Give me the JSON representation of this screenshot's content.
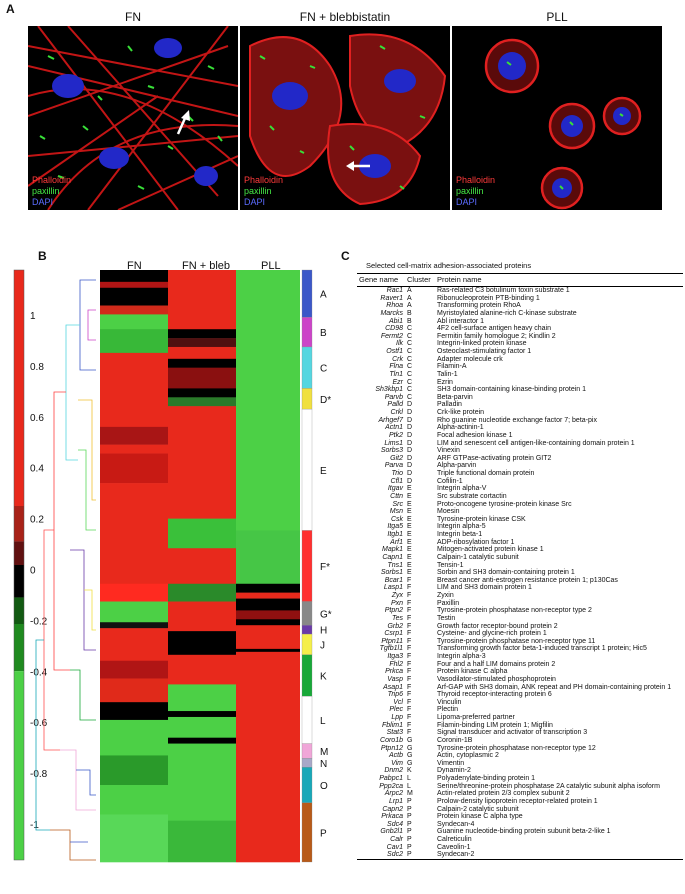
{
  "panels": {
    "a_letter": "A",
    "b_letter": "B",
    "c_letter": "C"
  },
  "micrographs": [
    {
      "title": "FN",
      "legend": [
        "Phalloidin",
        "paxillin",
        "DAPI"
      ]
    },
    {
      "title": "FN + blebbistatin",
      "legend": [
        "Phalloidin",
        "paxillin",
        "DAPI"
      ]
    },
    {
      "title": "PLL",
      "legend": [
        "Phalloidin",
        "paxillin",
        "DAPI"
      ]
    }
  ],
  "heatmap": {
    "column_labels": [
      "FN",
      "FN + bleb",
      "PLL"
    ],
    "colorbar_ticks": [
      "1",
      "0.8",
      "0.6",
      "0.4",
      "0.2",
      "0",
      "-0.2",
      "-0.4",
      "-0.6",
      "-0.8",
      "-1"
    ],
    "clusters": [
      "A",
      "B",
      "C",
      "D*",
      "E",
      "F*",
      "G*",
      "H",
      "J",
      "K",
      "L",
      "M",
      "N",
      "O",
      "P"
    ],
    "cluster_colors": [
      "#3b57c8",
      "#cc44c8",
      "#55d6e0",
      "#f0e040",
      "#ffffff",
      "#ff3030",
      "#888888",
      "#6a3aa8",
      "#f4ef4a",
      "#18a838",
      "#ffffff",
      "#f0a6d8",
      "#a8a8c8",
      "#18a8b8",
      "#b85a18"
    ],
    "colors": {
      "red": "#e8291c",
      "green": "#4cd046",
      "black": "#000000"
    }
  },
  "table": {
    "caption": "Selected cell-matrix adhesion-associated proteins",
    "headers": [
      "Gene name",
      "Cluster",
      "Protein name"
    ],
    "rows": [
      [
        "Rac1",
        "A",
        "Ras-related C3 botulinum toxin substrate 1"
      ],
      [
        "Raver1",
        "A",
        "Ribonucleoprotein PTB-binding 1"
      ],
      [
        "Rhoa",
        "A",
        "Transforming protein RhoA"
      ],
      [
        "Marcks",
        "B",
        "Myristoylated alanine-rich C-kinase substrate"
      ],
      [
        "Abi1",
        "B",
        "Abl interactor 1"
      ],
      [
        "CD98",
        "C",
        "4F2 cell-surface antigen heavy chain"
      ],
      [
        "Fermt2",
        "C",
        "Fermitin family homologue 2; Kindlin 2"
      ],
      [
        "Ilk",
        "C",
        "Integrin-linked protein kinase"
      ],
      [
        "Ostf1",
        "C",
        "Osteoclast-stimulating factor 1"
      ],
      [
        "Crk",
        "C",
        "Adapter molecule crk"
      ],
      [
        "Flna",
        "C",
        "Filamin-A"
      ],
      [
        "Tln1",
        "C",
        "Talin-1"
      ],
      [
        "Ezr",
        "C",
        "Ezrin"
      ],
      [
        "Sh3kbp1",
        "C",
        "SH3 domain-containing kinase-binding protein 1"
      ],
      [
        "Parvb",
        "C",
        "Beta-parvin"
      ],
      [
        "Palld",
        "D",
        "Palladin"
      ],
      [
        "Crkl",
        "D",
        "Crk-like protein"
      ],
      [
        "Arhgef7",
        "D",
        "Rho guanine nucleotide exchange factor 7; beta-pix"
      ],
      [
        "Actn1",
        "D",
        "Alpha-actinin-1"
      ],
      [
        "Ptk2",
        "D",
        "Focal adhesion kinase 1"
      ],
      [
        "Lims1",
        "D",
        "LIM and senescent cell antigen-like-containing domain protein 1"
      ],
      [
        "Sorbs3",
        "D",
        "Vinexin"
      ],
      [
        "Git2",
        "D",
        "ARF GTPase-activating protein GIT2"
      ],
      [
        "Parva",
        "D",
        "Alpha-parvin"
      ],
      [
        "Trio",
        "D",
        "Triple functional domain protein"
      ],
      [
        "Cfl1",
        "D",
        "Cofilin-1"
      ],
      [
        "Itgav",
        "E",
        "Integrin alpha-V"
      ],
      [
        "Cttn",
        "E",
        "Src substrate cortactin"
      ],
      [
        "Src",
        "E",
        "Proto-oncogene tyrosine-protein kinase Src"
      ],
      [
        "Msn",
        "E",
        "Moesin"
      ],
      [
        "Csk",
        "E",
        "Tyrosine-protein kinase CSK"
      ],
      [
        "Itga5",
        "E",
        "Integrin alpha-5"
      ],
      [
        "Itgb1",
        "E",
        "Integrin beta-1"
      ],
      [
        "Arf1",
        "E",
        "ADP-ribosylation factor 1"
      ],
      [
        "Mapk1",
        "E",
        "Mitogen-activated protein kinase 1"
      ],
      [
        "Capn1",
        "E",
        "Calpain-1 catalytic subunit"
      ],
      [
        "Tns1",
        "E",
        "Tensin-1"
      ],
      [
        "Sorbs1",
        "E",
        "Sorbin and SH3 domain-containing protein 1"
      ],
      [
        "Bcar1",
        "F",
        "Breast cancer anti-estrogen resistance protein 1; p130Cas"
      ],
      [
        "Lasp1",
        "F",
        "LIM and SH3 domain protein 1"
      ],
      [
        "Zyx",
        "F",
        "Zyxin"
      ],
      [
        "Pxn",
        "F",
        "Paxillin"
      ],
      [
        "Ptpn2",
        "F",
        "Tyrosine-protein phosphatase non-receptor type 2"
      ],
      [
        "Tes",
        "F",
        "Testin"
      ],
      [
        "Grb2",
        "F",
        "Growth factor receptor-bound protein 2"
      ],
      [
        "Csrp1",
        "F",
        "Cysteine- and glycine-rich protein 1"
      ],
      [
        "Ptpn11",
        "F",
        "Tyrosine-protein phosphatase non-receptor type 11"
      ],
      [
        "Tgfb1l1",
        "F",
        "Transforming growth factor beta-1-induced transcript 1 protein; Hic5"
      ],
      [
        "Itga3",
        "F",
        "Integrin alpha-3"
      ],
      [
        "Fhl2",
        "F",
        "Four and a half LIM domains protein 2"
      ],
      [
        "Prkca",
        "F",
        "Protein kinase C alpha"
      ],
      [
        "Vasp",
        "F",
        "Vasodilator-stimulated phosphoprotein"
      ],
      [
        "Asap1",
        "F",
        "Arf-GAP with SH3 domain, ANK repeat and PH domain-containing protein 1"
      ],
      [
        "Trip6",
        "F",
        "Thyroid receptor-interacting protein 6"
      ],
      [
        "Vcl",
        "F",
        "Vinculin"
      ],
      [
        "Plec",
        "F",
        "Plectin"
      ],
      [
        "Lpp",
        "F",
        "Lipoma-preferred partner"
      ],
      [
        "Fblim1",
        "F",
        "Filamin-binding LIM protein 1; Migfilin"
      ],
      [
        "Stat3",
        "F",
        "Signal transducer and activator of transcription 3"
      ],
      [
        "Coro1b",
        "G",
        "Coronin-1B"
      ],
      [
        "Ptpn12",
        "G",
        "Tyrosine-protein phosphatase non-receptor type 12"
      ],
      [
        "Actb",
        "G",
        "Actin, cytoplasmic 2"
      ],
      [
        "Vim",
        "G",
        "Vimentin"
      ],
      [
        "Dnm2",
        "K",
        "Dynamin-2"
      ],
      [
        "Pabpc1",
        "L",
        "Polyadenylate-binding protein 1"
      ],
      [
        "Ppp2ca",
        "L",
        "Serine/threonine-protein phosphatase 2A catalytic subunit alpha isoform"
      ],
      [
        "Arpc2",
        "M",
        "Actin-related protein 2/3 complex subunit 2"
      ],
      [
        "Lrp1",
        "P",
        "Prolow-density lipoprotein receptor-related protein 1"
      ],
      [
        "Capn2",
        "P",
        "Calpain-2 catalytic subunit"
      ],
      [
        "Prkaca",
        "P",
        "Protein kinase C alpha type"
      ],
      [
        "Sdc4",
        "P",
        "Syndecan-4"
      ],
      [
        "Gnb2l1",
        "P",
        "Guanine nucleotide-binding protein subunit beta-2-like 1"
      ],
      [
        "Calr",
        "P",
        "Calreticulin"
      ],
      [
        "Cav1",
        "P",
        "Caveolin-1"
      ],
      [
        "Sdc2",
        "P",
        "Syndecan-2"
      ]
    ]
  }
}
